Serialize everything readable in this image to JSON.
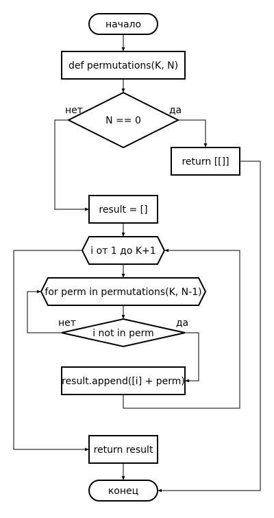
{
  "flowchart": {
    "nodes": {
      "start": "начало",
      "def": "def permutations(K, N)",
      "cond_n": "N == 0",
      "return_empty": "return [[]]",
      "result_init": "result = []",
      "loop_i": "i от 1 до K+1",
      "loop_perm": "for perm in permutations(K, N-1)",
      "cond_in": "i not in perm",
      "append": "result.append([i] + perm)",
      "return_result": "return result",
      "end": "конец"
    },
    "labels": {
      "cond_n_no": "нет",
      "cond_n_yes": "да",
      "cond_in_no": "нет",
      "cond_in_yes": "да"
    }
  }
}
